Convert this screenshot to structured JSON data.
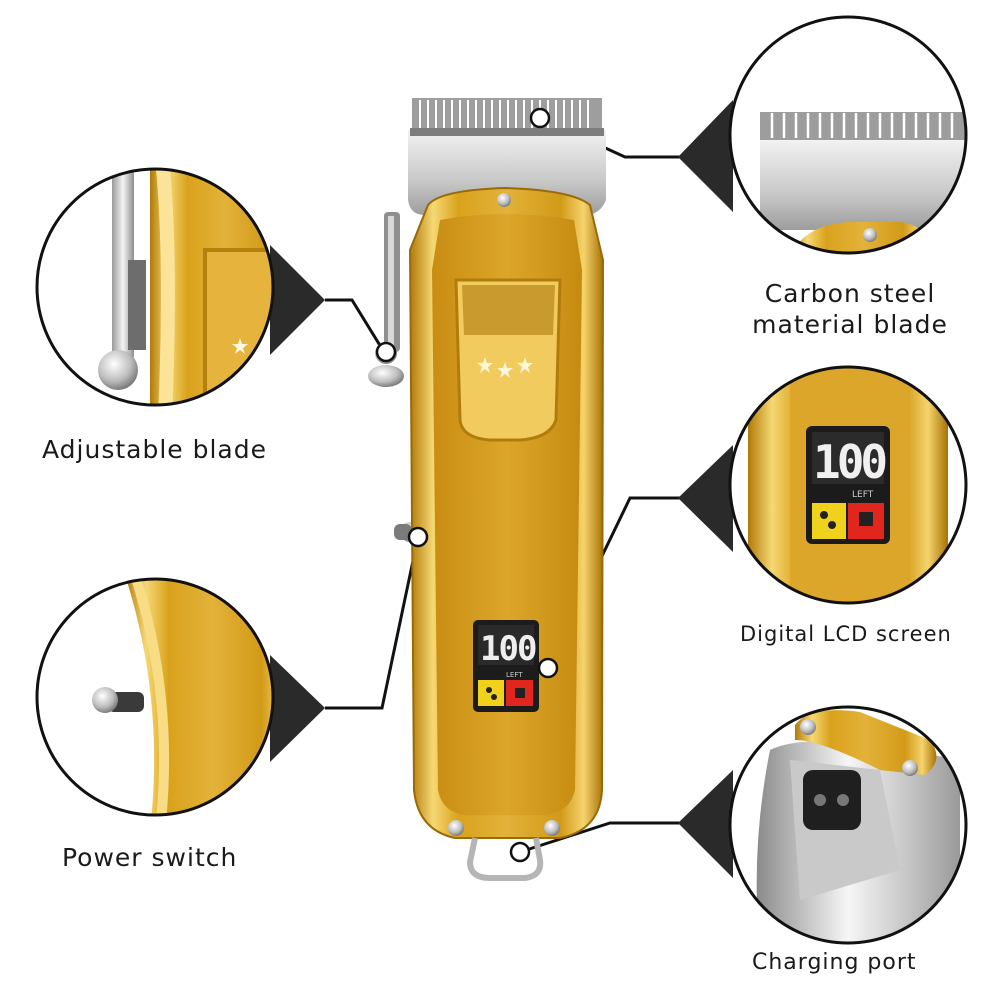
{
  "image": {
    "subject": "cordless-hair-clipper-feature-diagram",
    "body_color": "#d9a520",
    "accent_color": "#f3d36a",
    "blade_color": "#c9c9c9"
  },
  "callouts": [
    {
      "id": "carbon-blade",
      "lines": [
        "Carbon steel",
        "material blade"
      ]
    },
    {
      "id": "adjustable-blade",
      "lines": [
        "Adjustable blade"
      ]
    },
    {
      "id": "lcd-screen",
      "lines": [
        "Digital LCD screen"
      ]
    },
    {
      "id": "power-switch",
      "lines": [
        "Power switch"
      ]
    },
    {
      "id": "charging-port",
      "lines": [
        "Charging port"
      ]
    }
  ],
  "lcd": {
    "digits": "100",
    "sub_label": "LEFT",
    "icon_left_color": "#f0d21c",
    "icon_right_color": "#e0261d"
  }
}
